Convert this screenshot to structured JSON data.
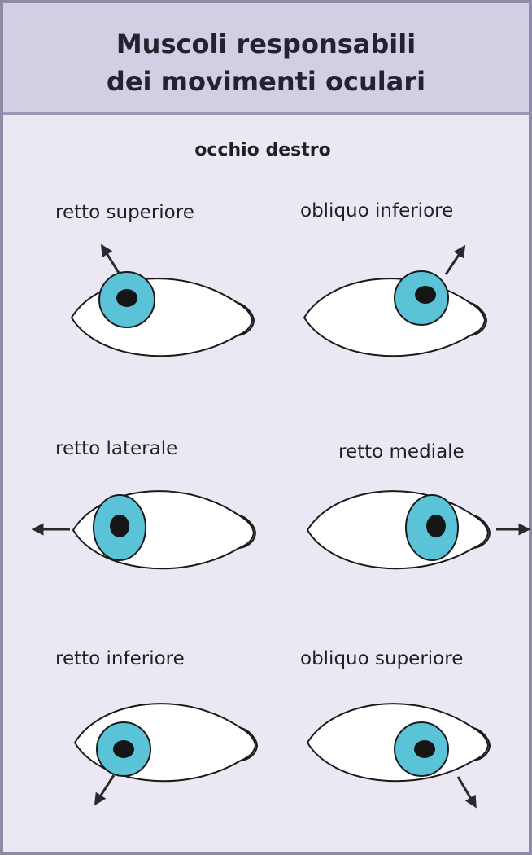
{
  "header": {
    "title_line1": "Muscoli responsabili",
    "title_line2": "dei movimenti oculari"
  },
  "subtitle": "occhio destro",
  "eyes": [
    {
      "label": "retto superiore",
      "direction": "up-left"
    },
    {
      "label": "obliquo inferiore",
      "direction": "up-right"
    },
    {
      "label": "retto laterale",
      "direction": "left"
    },
    {
      "label": "retto mediale",
      "direction": "right"
    },
    {
      "label": "retto inferiore",
      "direction": "down-left"
    },
    {
      "label": "obliquo superiore",
      "direction": "down-right"
    }
  ],
  "colors": {
    "iris": "#5bc3d8",
    "pupil": "#151515",
    "background": "#ebe8f3",
    "header": "#d3cee4"
  }
}
